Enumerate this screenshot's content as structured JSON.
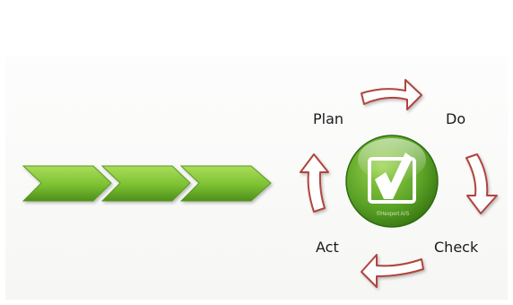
{
  "cycle": {
    "steps": [
      {
        "label": "Plan"
      },
      {
        "label": "Do"
      },
      {
        "label": "Check"
      },
      {
        "label": "Act"
      }
    ]
  },
  "center_badge": {
    "icon": "checkmark-icon",
    "watermark": "©Hexpert A/S"
  },
  "process_chevrons": {
    "count": 3
  },
  "colors": {
    "chevron_green": "#7ec234",
    "badge_green": "#5aa226",
    "arrow_red": "#b0443c",
    "arrow_fill": "#ffffff"
  }
}
